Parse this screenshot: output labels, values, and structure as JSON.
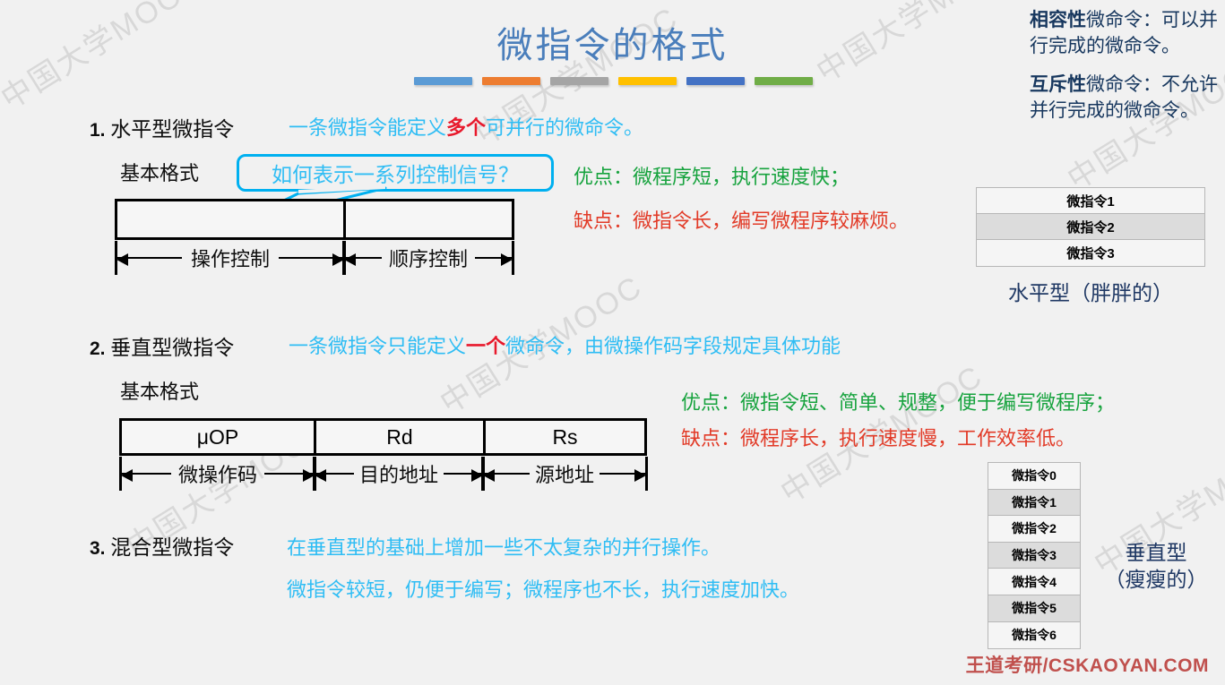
{
  "slide": {
    "title": "微指令的格式",
    "background_color": "#f1f1f1",
    "title_color": "#4a7ebb",
    "accent_bar_colors": [
      "#5b9bd5",
      "#ed7d31",
      "#a5a5a5",
      "#ffc000",
      "#4472c4",
      "#70ad47"
    ],
    "watermark_text": "中国大学MOOC",
    "brand": "王道考研/CSKAOYAN.COM",
    "brand_color": "#c0504d"
  },
  "notes": {
    "compatible": {
      "bold": "相容性",
      "rest": "微命令：可以并行完成的微命令。"
    },
    "exclusive": {
      "bold": "互斥性",
      "rest": "微命令：不允许并行完成的微命令。"
    },
    "color": "#17375e"
  },
  "section1": {
    "number": "1.",
    "heading": "水平型微指令",
    "desc_pre": "一条微指令能定义",
    "desc_hl": "多个",
    "desc_post": "可并行的微命令。",
    "format_label": "基本格式",
    "callout": "如何表示一系列控制信号？",
    "field_left": "操作控制",
    "field_right": "顺序控制",
    "pro": "优点：微程序短，执行速度快；",
    "con": "缺点：微指令长，编写微程序较麻烦。"
  },
  "section2": {
    "number": "2.",
    "heading": "垂直型微指令",
    "desc_pre": "一条微指令只能定义",
    "desc_hl": "一个",
    "desc_post": "微命令，由微操作码字段规定具体功能",
    "format_label": "基本格式",
    "fields": [
      "μOP",
      "Rd",
      "Rs"
    ],
    "field_labels": [
      "微操作码",
      "目的地址",
      "源地址"
    ],
    "pro": "优点：微指令短、简单、规整，便于编写微程序；",
    "con": "缺点：微程序长，执行速度慢，工作效率低。"
  },
  "section3": {
    "number": "3.",
    "heading": "混合型微指令",
    "line1": "在垂直型的基础上增加一些不太复杂的并行操作。",
    "line2": "微指令较短，仍便于编写；微程序也不长，执行速度加快。"
  },
  "table_horizontal": {
    "rows": [
      "微指令1",
      "微指令2",
      "微指令3"
    ],
    "caption": "水平型（胖胖的）"
  },
  "table_vertical": {
    "rows": [
      "微指令0",
      "微指令1",
      "微指令2",
      "微指令3",
      "微指令4",
      "微指令5",
      "微指令6"
    ],
    "caption_line1": "垂直型",
    "caption_line2": "（瘦瘦的）"
  }
}
